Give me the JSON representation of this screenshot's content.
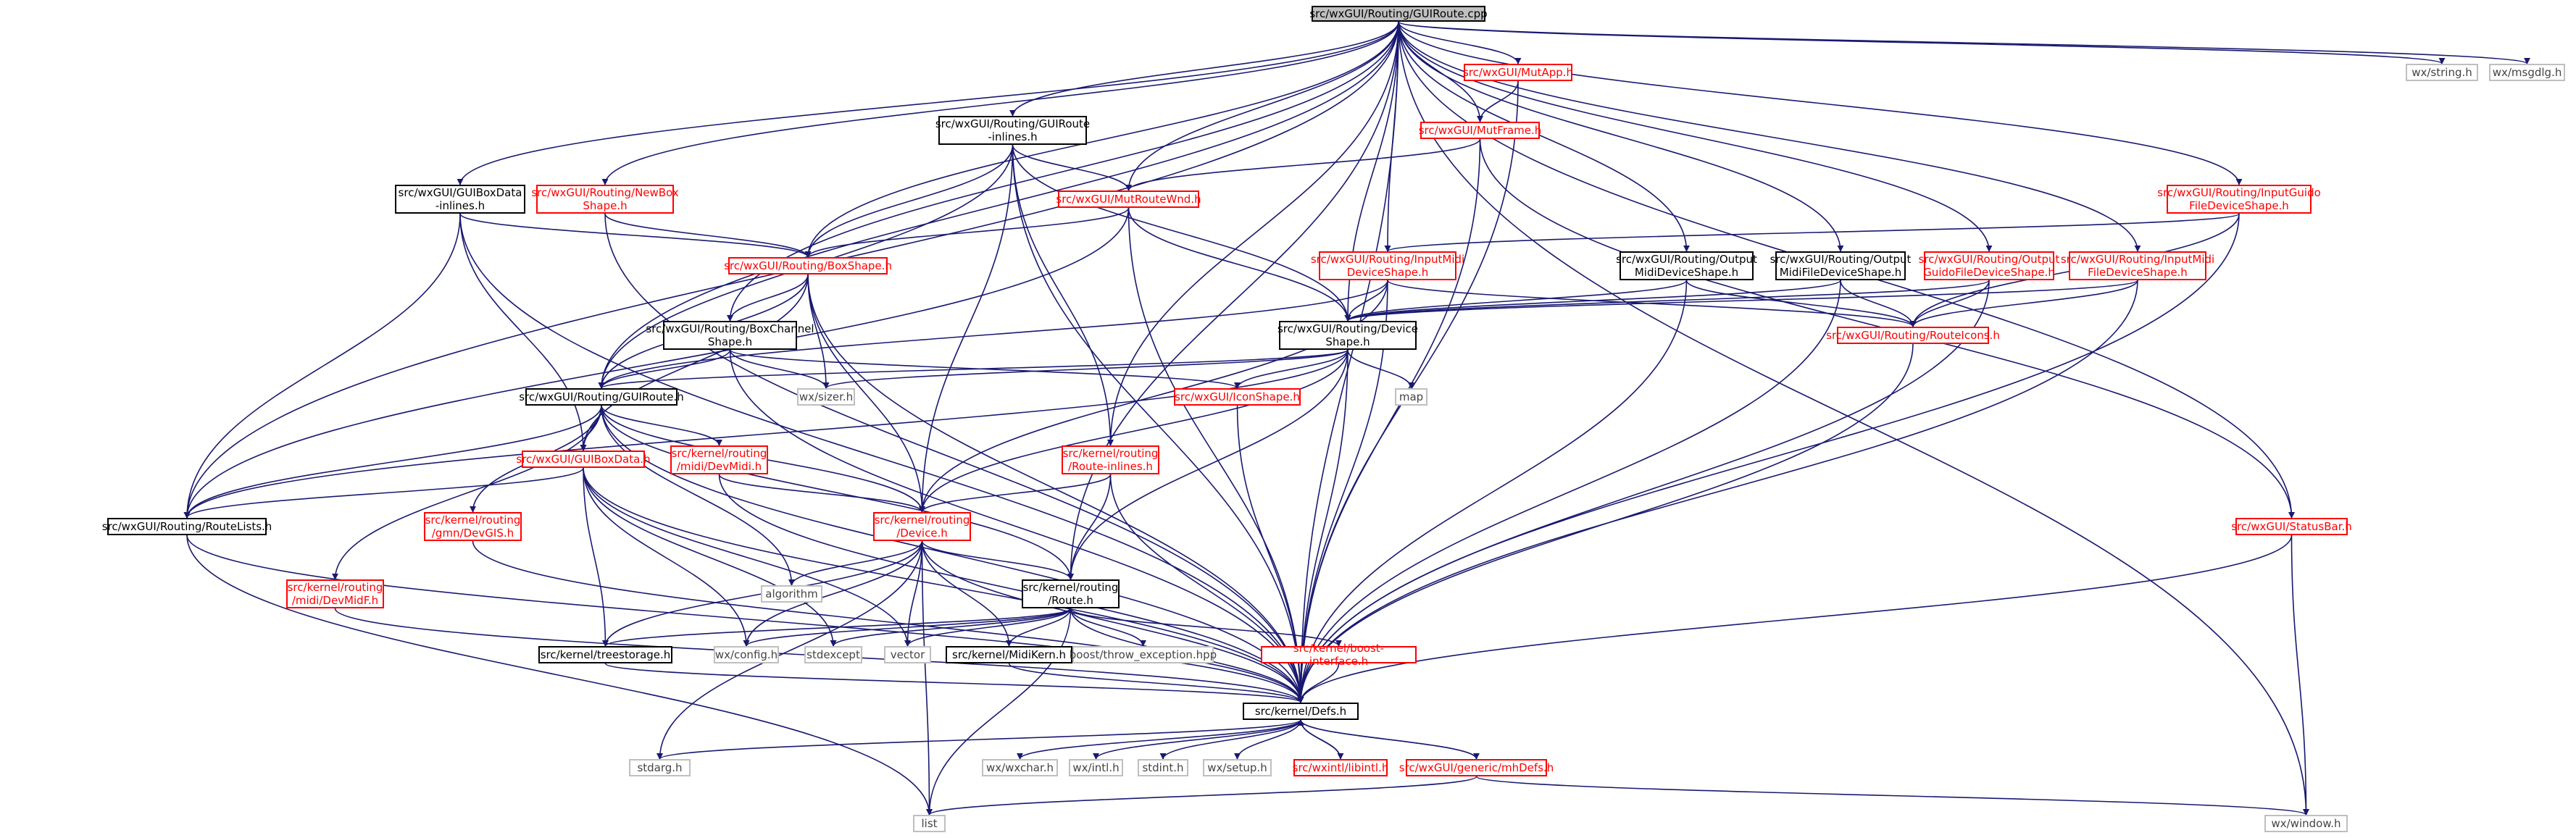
{
  "colors": {
    "edge": "#191970",
    "edge_gray": "#a9a9a9",
    "black": "#000000",
    "red": "#ff0000",
    "gray": "#bfbfbf"
  },
  "nodes": {
    "root": "src/wxGUI/Routing/GUIRoute.cpp",
    "string": "wx/string.h",
    "msgdlg": "wx/msgdlg.h",
    "mutapp": "src/wxGUI/MutApp.h",
    "mutframe": "src/wxGUI/MutFrame.h",
    "guiroute_inl": "src/wxGUI/Routing/GUIRoute\n-inlines.h",
    "guiboxdata_inl": "src/wxGUI/GUIBoxData\n-inlines.h",
    "newbox": "src/wxGUI/Routing/NewBox\nShape.h",
    "mutroutewnd": "src/wxGUI/MutRouteWnd.h",
    "inputguido": "src/wxGUI/Routing/InputGuido\nFileDeviceShape.h",
    "boxshape": "src/wxGUI/Routing/BoxShape.h",
    "inputmidi": "src/wxGUI/Routing/InputMidi\nDeviceShape.h",
    "outputmidi": "src/wxGUI/Routing/Output\nMidiDeviceShape.h",
    "outputmidifile": "src/wxGUI/Routing/Output\nMidiFileDeviceShape.h",
    "outputguido": "src/wxGUI/Routing/Output\nGuidoFileDeviceShape.h",
    "inputmidifile": "src/wxGUI/Routing/InputMidi\nFileDeviceShape.h",
    "boxchannel": "src/wxGUI/Routing/BoxChannel\nShape.h",
    "deviceshape": "src/wxGUI/Routing/Device\nShape.h",
    "routeicons": "src/wxGUI/Routing/RouteIcons.h",
    "guiroute_h": "src/wxGUI/Routing/GUIRoute.h",
    "wxsizer": "wx/sizer.h",
    "iconshape": "src/wxGUI/IconShape.h",
    "map": "map",
    "guiboxdata": "src/wxGUI/GUIBoxData.h",
    "devmidi": "src/kernel/routing\n/midi/DevMidi.h",
    "route_inl": "src/kernel/routing\n/Route-inlines.h",
    "routelists": "src/wxGUI/Routing/RouteLists.h",
    "devgis": "src/kernel/routing\n/gmn/DevGIS.h",
    "device": "src/kernel/routing\n/Device.h",
    "statusbar": "src/wxGUI/StatusBar.h",
    "devmidf": "src/kernel/routing\n/midi/DevMidF.h",
    "algorithm": "algorithm",
    "route": "src/kernel/routing\n/Route.h",
    "treestorage": "src/kernel/treestorage.h",
    "wxconfig": "wx/config.h",
    "stdexcept": "stdexcept",
    "vector": "vector",
    "midikern": "src/kernel/MidiKern.h",
    "throwexc": "boost/throw_exception.hpp",
    "boostif": "src/kernel/boost-interface.h",
    "defs": "src/kernel/Defs.h",
    "stdarg": "stdarg.h",
    "wxchar": "wx/wxchar.h",
    "intl": "wx/intl.h",
    "stdint": "stdint.h",
    "setup": "wx/setup.h",
    "libintl": "src/wxintl/libintl.h",
    "mhdefs": "src/wxGUI/generic/mhDefs.h",
    "list": "list",
    "wxwindow": "wx/window.h"
  }
}
